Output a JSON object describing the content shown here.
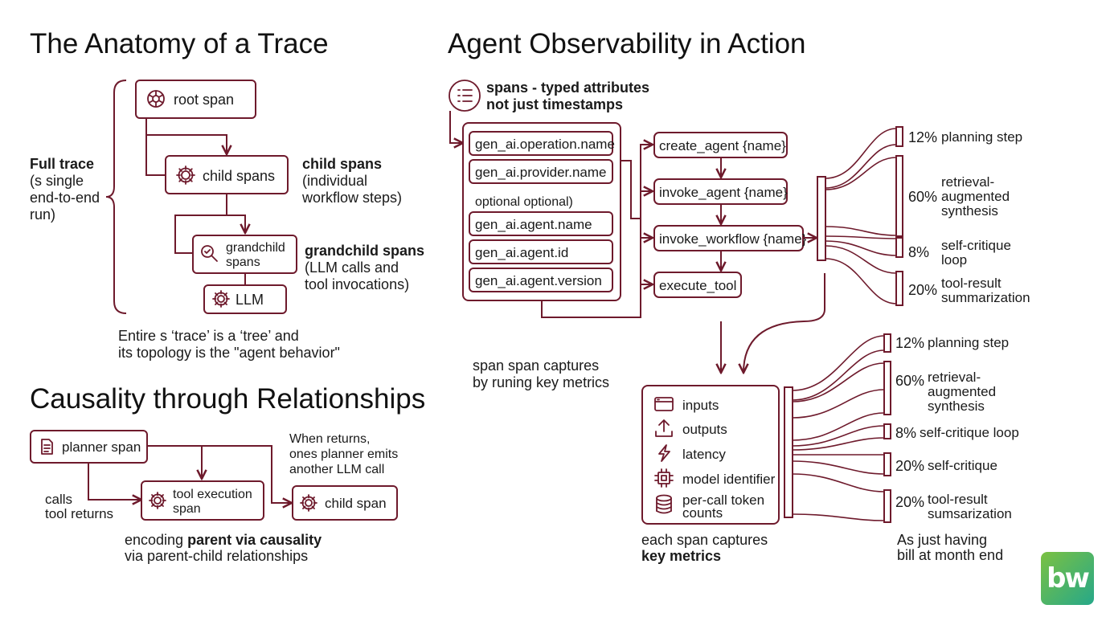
{
  "anatomy": {
    "title": "The Anatomy of a Trace",
    "full_trace": {
      "title": "Full trace",
      "lines": [
        "(s single",
        "end-to-end",
        "run)"
      ]
    },
    "nodes": {
      "root": "root span",
      "child": "child spans",
      "grandchild": [
        "grandchild",
        "spans"
      ],
      "llm": "LLM"
    },
    "child_label": {
      "title": "child spans",
      "lines": [
        "(individual",
        "workflow steps)"
      ]
    },
    "grandchild_label": {
      "title": "grandchild spans",
      "lines": [
        "(LLM calls and",
        "tool invocations)"
      ]
    },
    "caption": [
      "Entire s ‘trace’ is a ‘tree’ and",
      "its topology is the \"agent behavior\""
    ]
  },
  "causality": {
    "title": "Causality through Relationships",
    "planner": "planner span",
    "tool": [
      "tool execution",
      "span"
    ],
    "child": "child span",
    "calls": [
      "calls",
      "tool returns"
    ],
    "when": [
      "When returns,",
      "ones planner emits",
      "another LLM call"
    ],
    "caption": {
      "pre": "encoding ",
      "bold": "parent via causality",
      "line2": "via parent-child relationships"
    }
  },
  "observability": {
    "title": "Agent Observability in Action",
    "spans_header": [
      "spans - typed attributes",
      "not just timestamps"
    ],
    "attributes": [
      "gen_ai.operation.name",
      "gen_ai.provider.name",
      "gen_ai.agent.name",
      "gen_ai.agent.id",
      "gen_ai.agent.version"
    ],
    "optional_label": "optional optional)",
    "operations": [
      "create_agent {name}",
      "invoke_agent {name}",
      "invoke_workflow {name}",
      "execute_tool"
    ],
    "span_caption": [
      "span span captures",
      "by runing key metrics"
    ],
    "metrics": [
      "inputs",
      "outputs",
      "latency",
      "model identifier",
      "per-call token",
      "counts"
    ],
    "metrics_caption": {
      "line1": "each span captures",
      "line2": "key metrics"
    },
    "breakdown_top": [
      {
        "pct": "12%",
        "label": [
          "planning step"
        ]
      },
      {
        "pct": "60%",
        "label": [
          "retrieval-",
          "augmented",
          "synthesis"
        ]
      },
      {
        "pct": "8%",
        "label": [
          "self-critique",
          "loop"
        ]
      },
      {
        "pct": "20%",
        "label": [
          "tool-result",
          "summarization"
        ]
      }
    ],
    "breakdown_bottom": [
      {
        "pct": "12%",
        "label": [
          "planning step"
        ]
      },
      {
        "pct": "60%",
        "label": [
          "retrieval-",
          "augmented",
          "synthesis"
        ]
      },
      {
        "pct": "8%",
        "label": [
          "self-critique loop"
        ]
      },
      {
        "pct": "20%",
        "label": [
          "self-critique"
        ]
      },
      {
        "pct": "20%",
        "label": [
          "tool-result",
          "sumsarization"
        ]
      }
    ],
    "bill_caption": [
      "As just having",
      "bill at month end"
    ]
  },
  "logo": {
    "text": "bw"
  },
  "colors": {
    "accent": "#6e1a2c",
    "logo_green": "#7bc142",
    "logo_teal": "#26a889"
  }
}
